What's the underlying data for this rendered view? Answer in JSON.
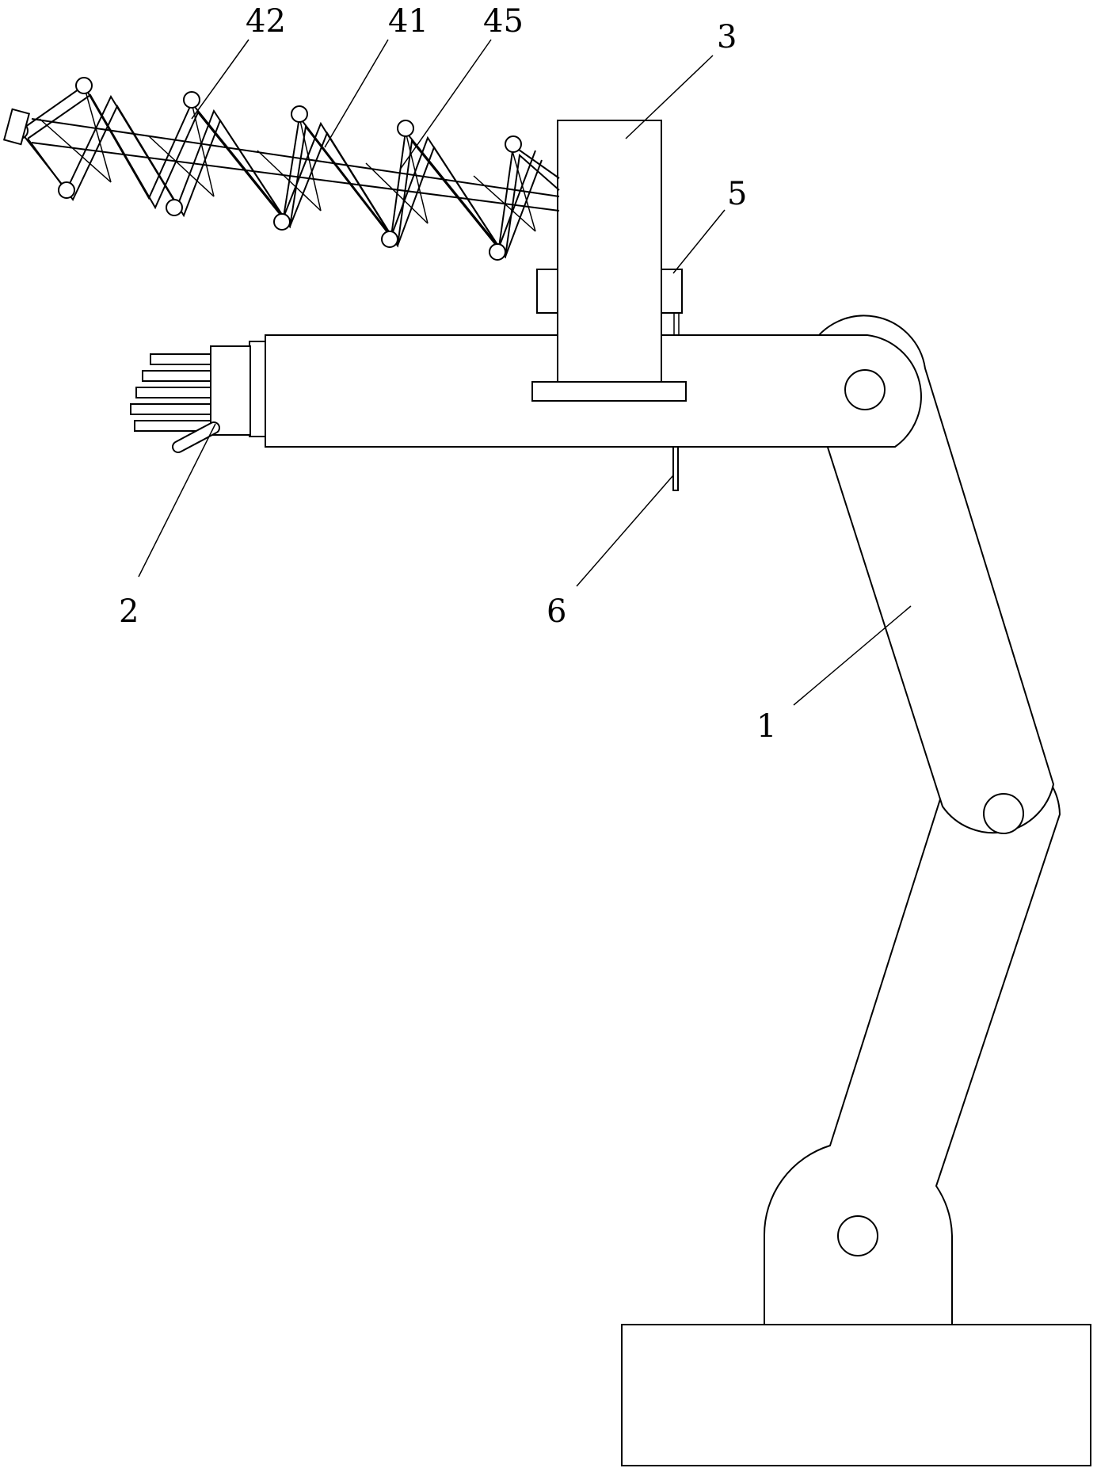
{
  "figure": {
    "labels": {
      "l42": "42",
      "l41": "41",
      "l45": "45",
      "l3": "3",
      "l5": "5",
      "l2": "2",
      "l6": "6",
      "l1": "1"
    },
    "colors": {
      "line": "#000000",
      "background": "#ffffff"
    }
  }
}
